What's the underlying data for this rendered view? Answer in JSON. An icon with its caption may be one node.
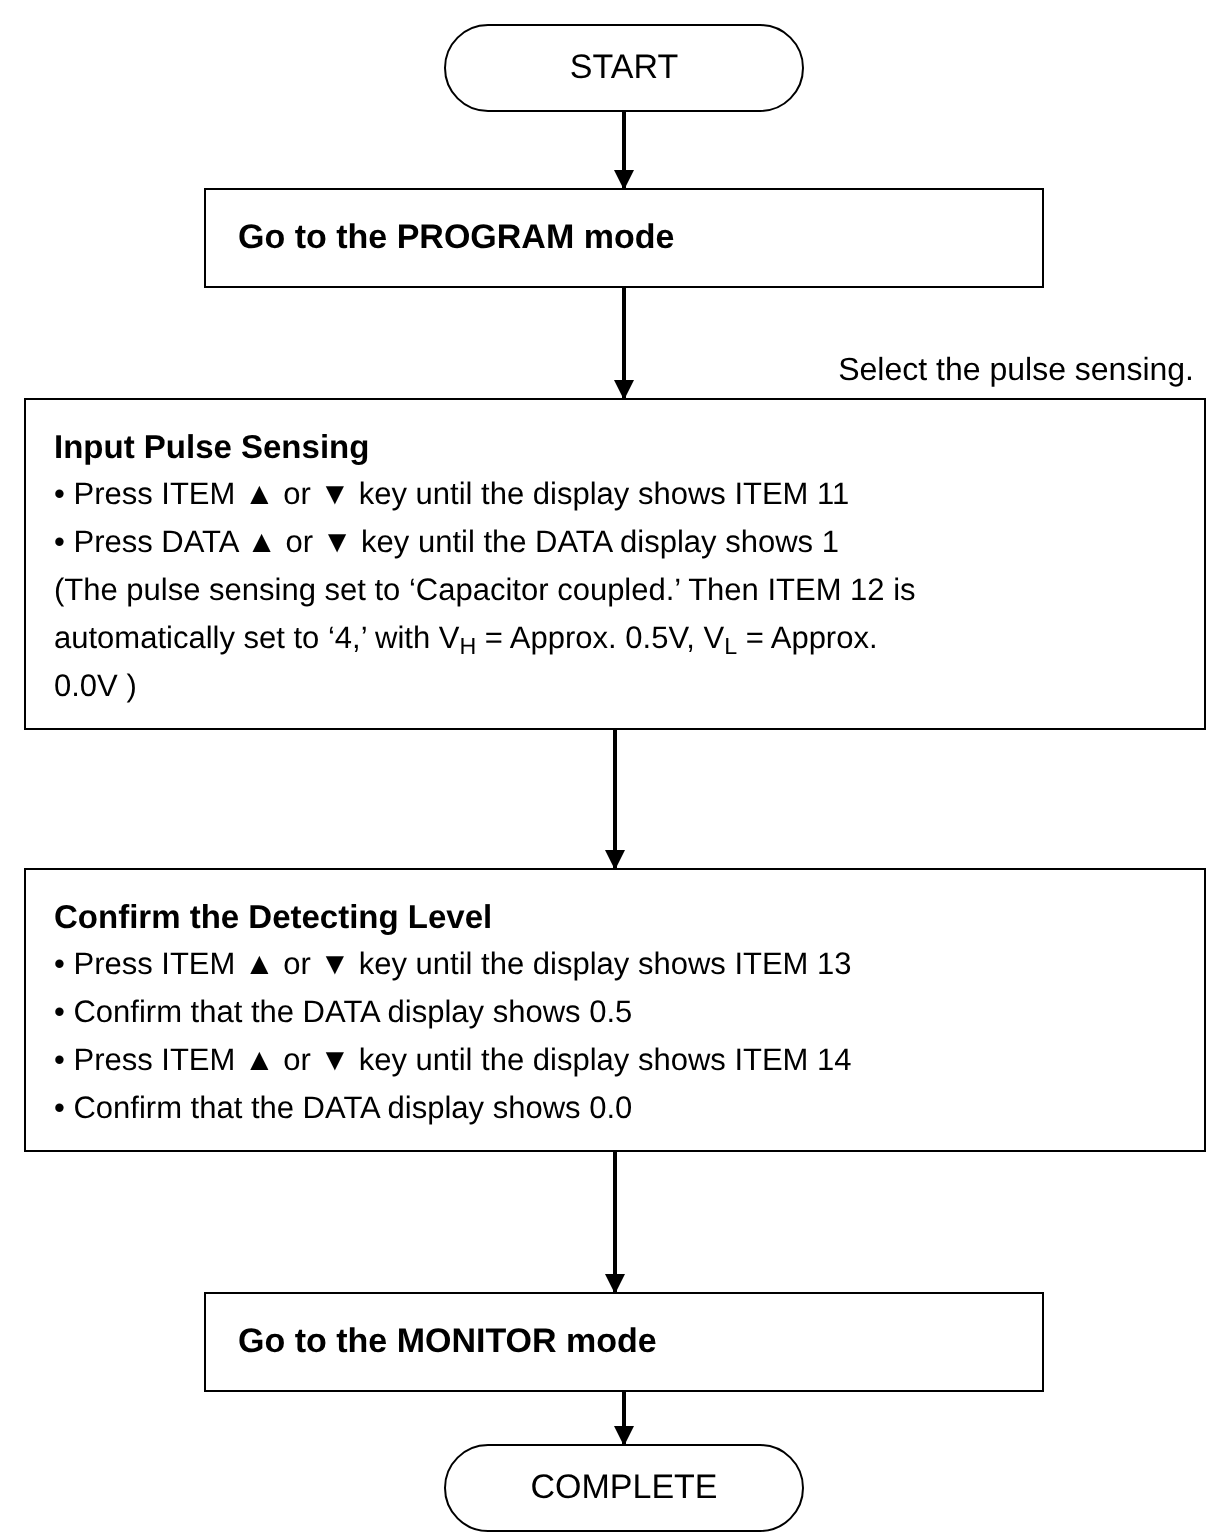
{
  "diagram": {
    "nodes": [
      {
        "text": [
          "START"
        ]
      },
      {
        "text": [
          "Go to the PROGRAM mode"
        ]
      },
      {
        "text": [
          "Input Pulse Sensing",
          "• Press ITEM ▲ or ▼ key until the display shows ITEM 11",
          "• Press DATA ▲ or ▼ key until the DATA display shows 1",
          "(The pulse sensing set to ‘Capacitor coupled.’ Then ITEM 12 is automatically set to ‘4,’ with V$_{H}$ = Approx. 0.5V, V$_{L}$ = Approx. 0.0V )"
        ]
      },
      {
        "text": [
          "Confirm the Detecting Level",
          "• Press ITEM ▲ or ▼ key until the display shows ITEM 13",
          "• Confirm that the DATA display shows 0.5",
          "• Press ITEM ▲ or ▼ key until the display shows ITEM 14",
          "• Confirm that the DATA display shows 0.0"
        ]
      },
      {
        "text": [
          "Go to the MONITOR mode"
        ]
      },
      {
        "text": [
          "COMPLETE"
        ]
      }
    ],
    "edges": [
      {
        "from": 0,
        "to": 1,
        "arrow": "to"
      },
      {
        "from": 1,
        "to": 2,
        "arrow": "to"
      },
      {
        "from": 2,
        "to": 3,
        "arrow": "to"
      },
      {
        "from": 3,
        "to": 4,
        "arrow": "to"
      },
      {
        "from": 4,
        "to": 5,
        "arrow": "to"
      }
    ],
    "labels": [
      "Select the pulse sensing."
    ]
  }
}
